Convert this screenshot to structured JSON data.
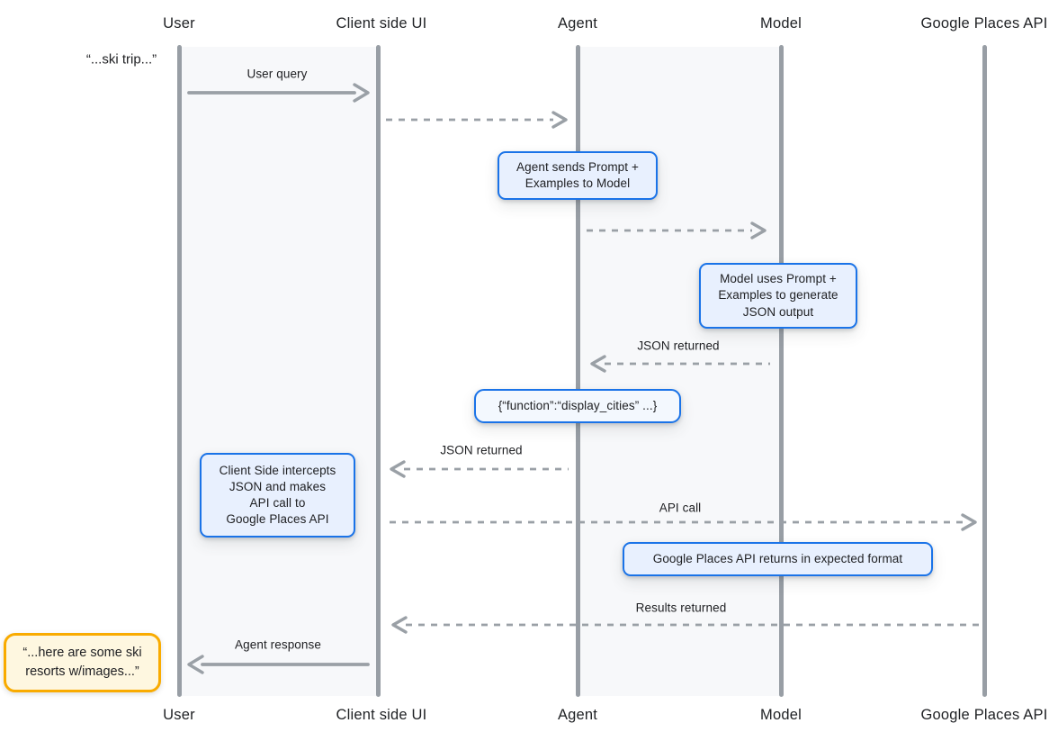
{
  "diagram_type": "sequence-diagram",
  "actors": [
    {
      "name": "User"
    },
    {
      "name": "Client side UI"
    },
    {
      "name": "Agent"
    },
    {
      "name": "Model"
    },
    {
      "name": "Google Places API"
    }
  ],
  "arrows": [
    {
      "from": "User",
      "to": "Client side UI",
      "style": "solid",
      "label": "User query"
    },
    {
      "from": "Client side UI",
      "to": "Agent",
      "style": "dashed",
      "label": ""
    },
    {
      "from": "Agent",
      "to": "Model",
      "style": "dashed",
      "label": ""
    },
    {
      "from": "Model",
      "to": "Agent",
      "style": "dashed",
      "label": "JSON returned"
    },
    {
      "from": "Agent",
      "to": "Client side UI",
      "style": "dashed",
      "label": "JSON returned"
    },
    {
      "from": "Client side UI",
      "to": "Google Places API",
      "style": "dashed",
      "label": "API call"
    },
    {
      "from": "Google Places API",
      "to": "Client side UI",
      "style": "dashed",
      "label": "Results returned"
    },
    {
      "from": "Client side UI",
      "to": "User",
      "style": "solid",
      "label": "Agent response"
    }
  ],
  "notes": [
    {
      "anchor": "Agent",
      "text": "Agent sends Prompt +\nExamples to Model"
    },
    {
      "anchor": "Model",
      "text": "Model uses Prompt +\nExamples to generate\nJSON output"
    },
    {
      "anchor": "Agent",
      "text": "{“function”:“display_cities” ...}"
    },
    {
      "anchor": "Client side UI",
      "text": "Client Side intercepts\nJSON and makes\nAPI call to\nGoogle Places API"
    },
    {
      "anchor": "Model",
      "text": "Google Places API returns in expected format"
    }
  ],
  "quotes": [
    {
      "type": "plain",
      "text": "“...ski trip...”"
    },
    {
      "type": "boxed",
      "text": "“...here are some ski\nresorts w/images...”"
    }
  ],
  "colors": {
    "line_gray": "#9aa0a6",
    "band_gray": "#f7f8fa",
    "text_dark": "#202124",
    "note_border_blue": "#1a73e8",
    "note_fill_blue": "#e8f0fe",
    "quote_border_orange": "#f9ab00",
    "quote_fill_yellow": "#fef7e0"
  }
}
